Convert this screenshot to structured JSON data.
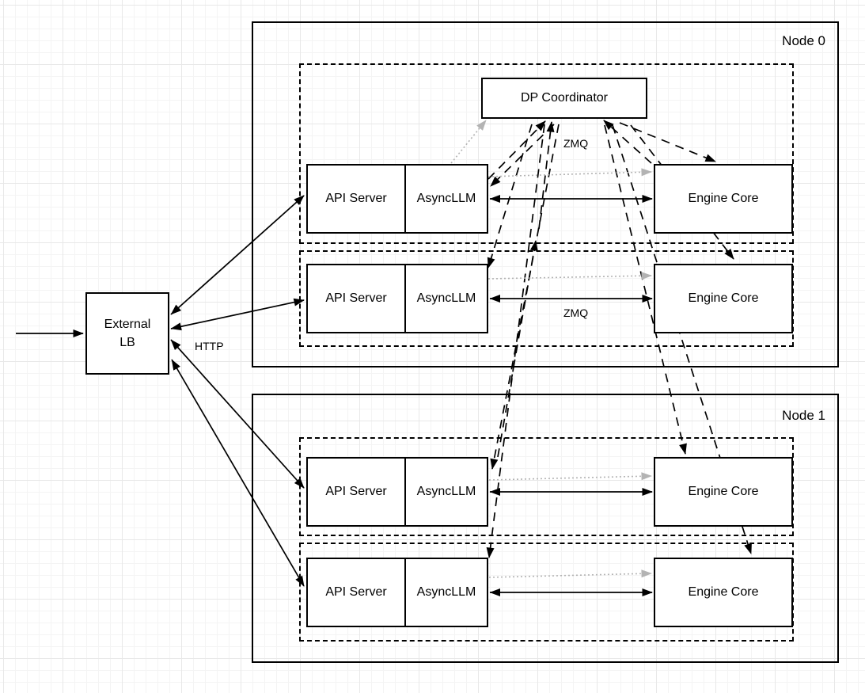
{
  "diagram": {
    "external_lb": {
      "line1": "External",
      "line2": "LB"
    },
    "coordinator_label": "DP Coordinator",
    "nodes": [
      {
        "label": "Node 0",
        "rows": [
          {
            "api": "API Server",
            "async_llm": "AsyncLLM",
            "engine": "Engine Core"
          },
          {
            "api": "API Server",
            "async_llm": "AsyncLLM",
            "engine": "Engine Core"
          }
        ]
      },
      {
        "label": "Node 1",
        "rows": [
          {
            "api": "API Server",
            "async_llm": "AsyncLLM",
            "engine": "Engine Core"
          },
          {
            "api": "API Server",
            "async_llm": "AsyncLLM",
            "engine": "Engine Core"
          }
        ]
      }
    ],
    "edge_labels": {
      "http": "HTTP",
      "zmq_coordinator": "ZMQ",
      "zmq_engine": "ZMQ"
    },
    "colors": {
      "stroke": "#000000",
      "muted_arrow": "#b3b3b3",
      "box_fill": "#ffffff"
    }
  }
}
